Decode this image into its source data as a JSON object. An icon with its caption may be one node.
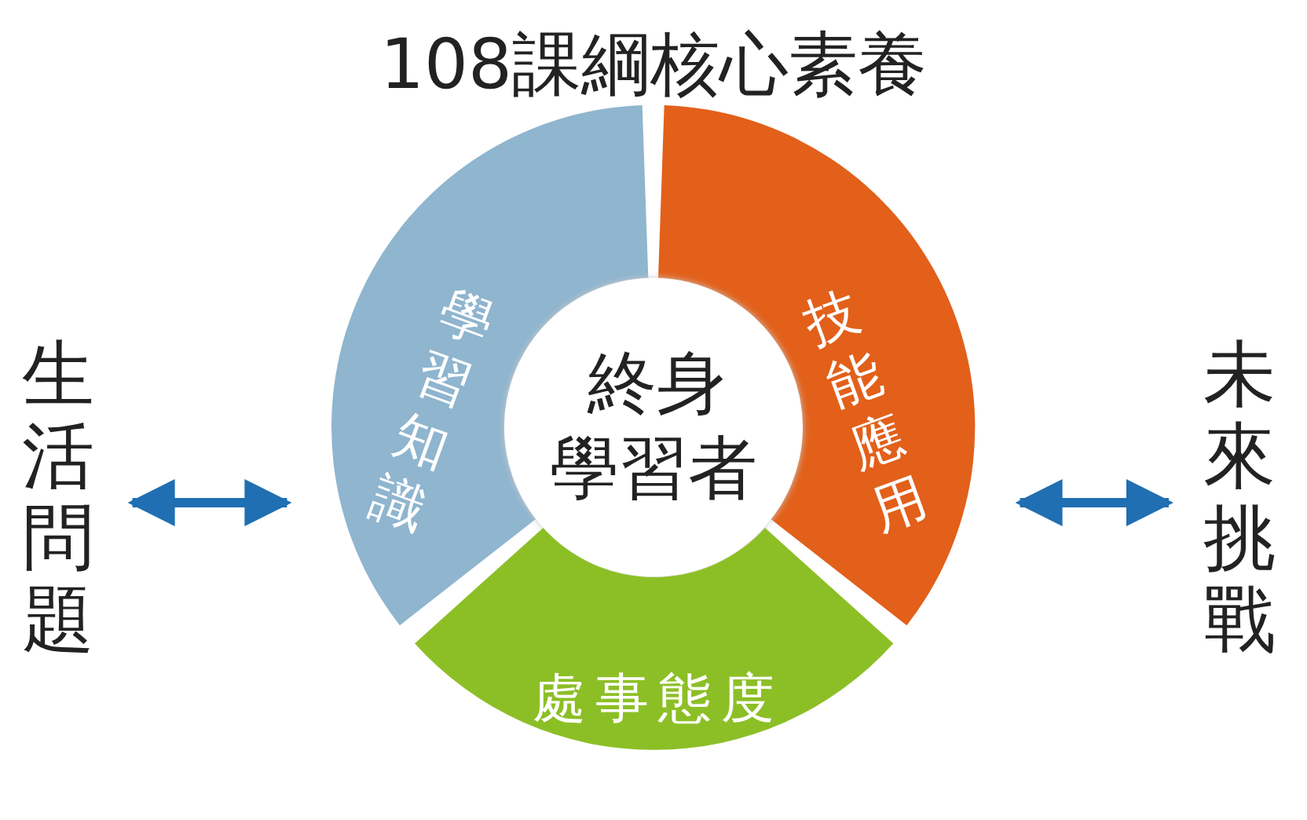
{
  "diagram": {
    "title": "108課綱核心素養",
    "nodes": [
      {
        "text": [
          "生活問題"
        ]
      },
      {
        "text": [
          "學習知識"
        ]
      },
      {
        "text": [
          "技能應用"
        ]
      },
      {
        "text": [
          "終身學習者"
        ]
      },
      {
        "text": [
          "處事態度"
        ]
      },
      {
        "text": [
          "未來挑戰"
        ]
      }
    ],
    "edges": [
      {
        "from": 0,
        "to": 1,
        "arrow": "both"
      },
      {
        "from": 2,
        "to": 5,
        "arrow": "both"
      }
    ]
  }
}
